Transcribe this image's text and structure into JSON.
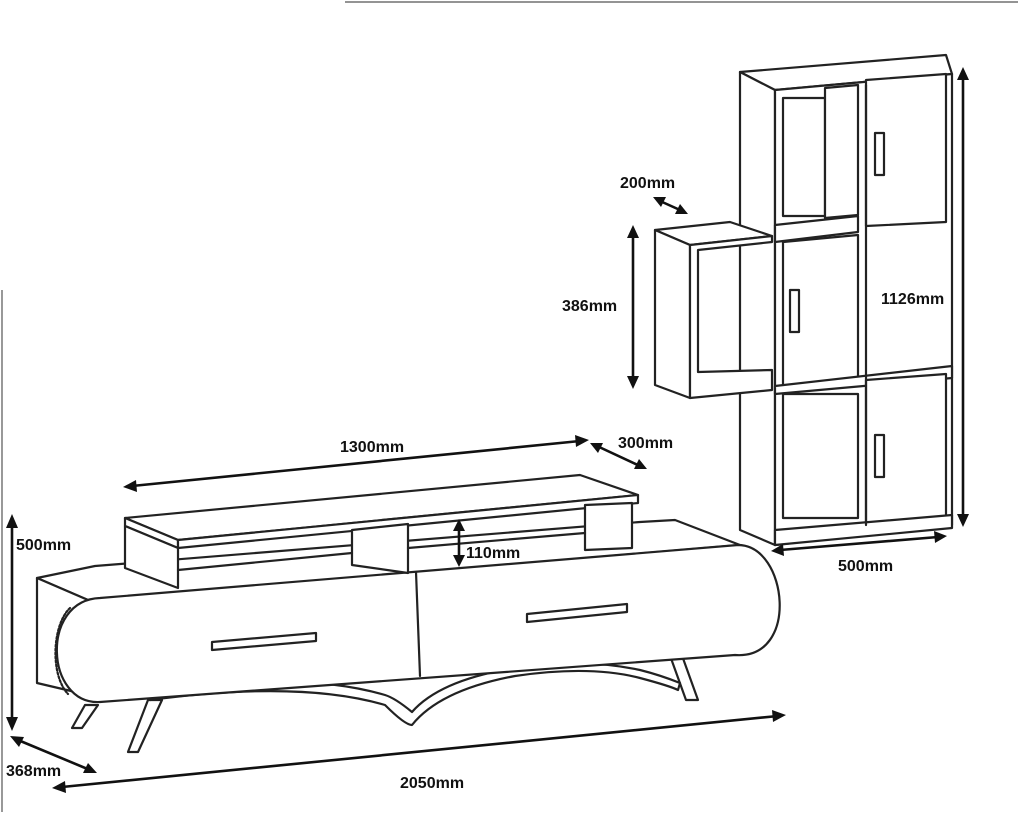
{
  "dimensions": {
    "tv_stand_height": "500mm",
    "tv_stand_depth": "368mm",
    "tv_stand_width": "2050mm",
    "top_shelf_width": "1300mm",
    "top_shelf_depth": "300mm",
    "top_shelf_gap": "110mm",
    "side_shelf_depth": "200mm",
    "side_shelf_height": "386mm",
    "bookcase_height": "1126mm",
    "bookcase_width": "500mm"
  }
}
